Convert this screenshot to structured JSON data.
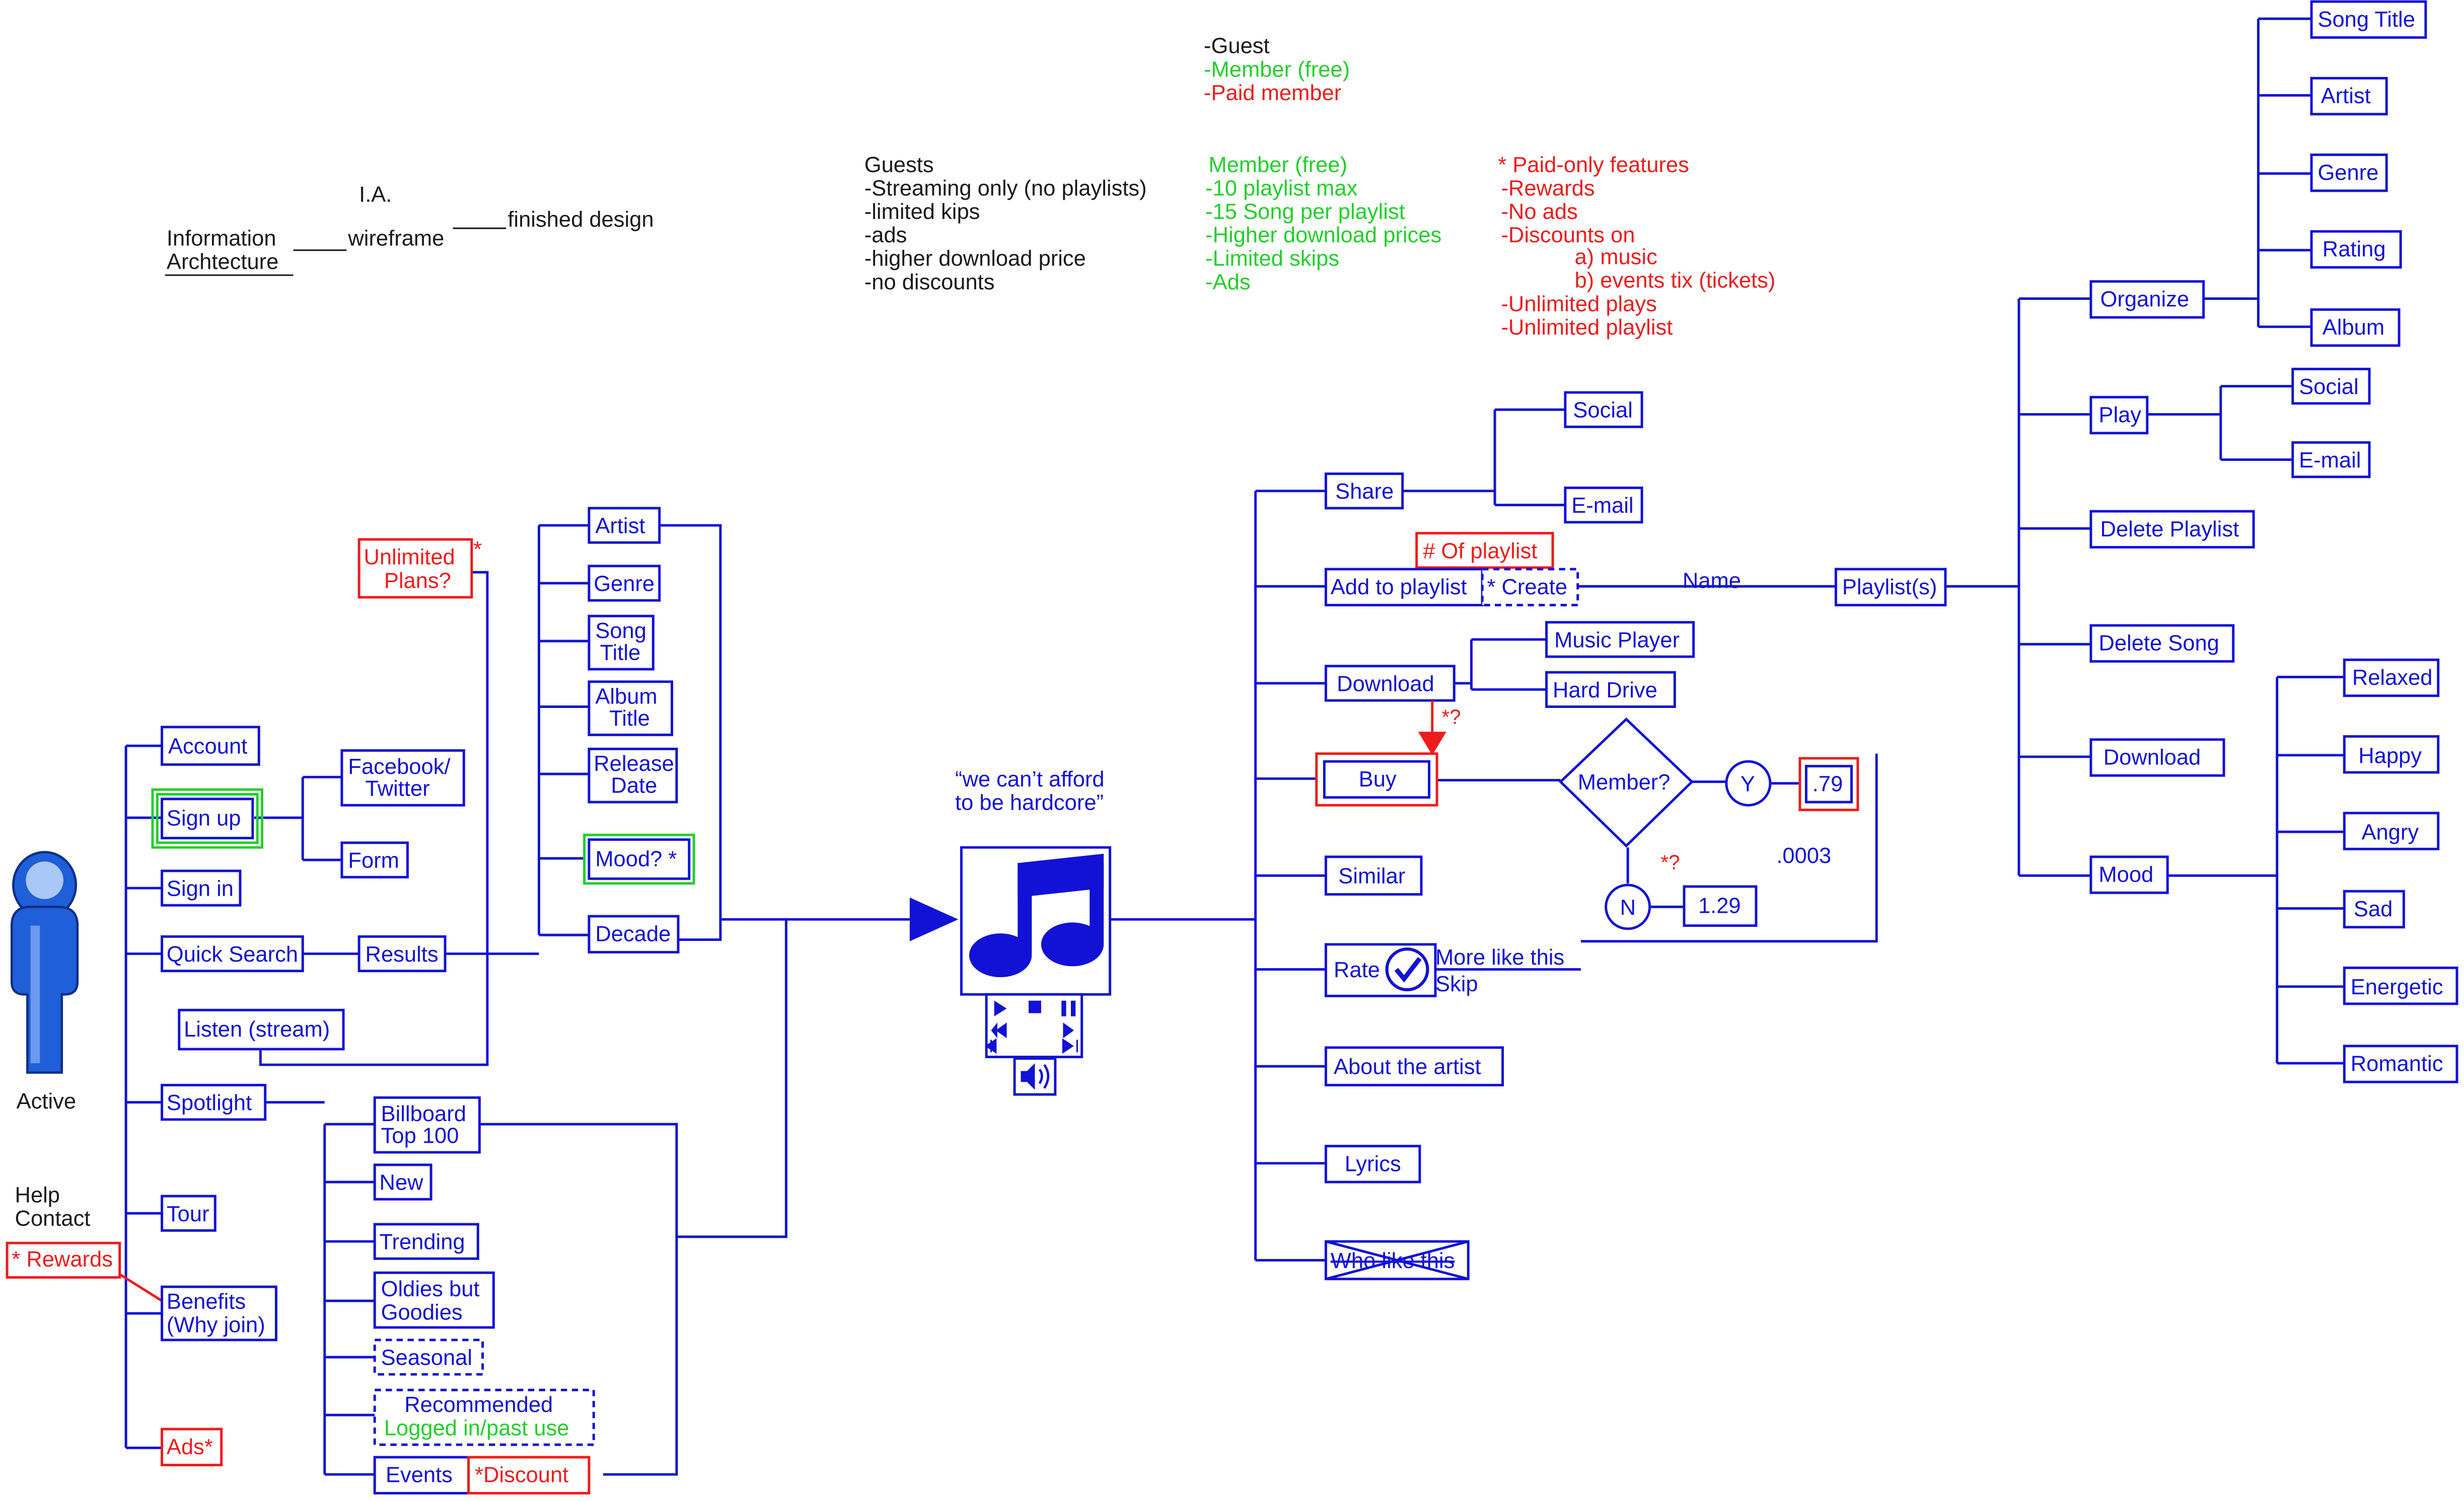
{
  "colors": {
    "blue": "#1212d6",
    "red": "#ee1c1c",
    "green": "#22d02a",
    "black": "#1a1a1a",
    "figure": "#1f5fd8"
  },
  "header": {
    "ia": "I.A.",
    "information": "Information",
    "archtecture": "Archtecture",
    "wireframe": "wireframe",
    "finished_design": "finished design"
  },
  "tiers": {
    "top": [
      "-Guest",
      "-Member (free)",
      "-Paid member"
    ],
    "guests": [
      "Guests",
      "-Streaming only (no playlists)",
      "-limited kips",
      "-ads",
      "-higher download price",
      "-no discounts"
    ],
    "member": [
      "Member (free)",
      "-10 playlist max",
      "-15 Song per playlist",
      "-Higher download prices",
      "-Limited skips",
      "-Ads"
    ],
    "paid": [
      "* Paid-only features",
      "-Rewards",
      "-No ads",
      "-Discounts on",
      "a) music",
      "b) events tix (tickets)",
      "-Unlimited plays",
      "-Unlimited playlist"
    ]
  },
  "user": {
    "label": "Active",
    "help": "Help",
    "contact": "Contact",
    "rewards": "* Rewards"
  },
  "left_menu": {
    "account": "Account",
    "sign_up": "Sign up",
    "facebook": [
      "Facebook/",
      "Twitter"
    ],
    "form": "Form",
    "sign_in": "Sign in",
    "quick_search": "Quick Search",
    "results": "Results",
    "listen": "Listen (stream)",
    "spotlight": "Spotlight",
    "tour": "Tour",
    "benefits": [
      "Benefits",
      "(Why join)"
    ],
    "ads": "Ads*",
    "unlimited": [
      "Unlimited",
      "Plans?"
    ],
    "unlimited_star": "*"
  },
  "search_results": {
    "artist": "Artist",
    "genre": "Genre",
    "song_title": [
      "Song",
      "Title"
    ],
    "album_title": [
      "Album",
      "Title"
    ],
    "release_date": [
      "Release",
      "Date"
    ],
    "mood": "Mood? *",
    "decade": "Decade"
  },
  "spotlight": {
    "billboard": [
      "Billboard",
      "Top 100"
    ],
    "new": "New",
    "trending": "Trending",
    "oldies": [
      "Oldies but",
      "Goodies"
    ],
    "seasonal": "Seasonal",
    "recommended": "Recommended",
    "logged": "Logged in/past use",
    "events": "Events",
    "discount": "*Discount"
  },
  "player": {
    "quote": [
      "“we can’t afford",
      "to be hardcore”"
    ]
  },
  "song_actions": {
    "share": "Share",
    "social": "Social",
    "email": "E-mail",
    "num_playlist": "# Of playlist",
    "add_to_playlist": "Add to playlist",
    "create": "* Create",
    "name": "Name",
    "playlists": "Playlist(s)",
    "download": "Download",
    "music_player": "Music Player",
    "hard_drive": "Hard Drive",
    "star_q": "*?",
    "buy": "Buy",
    "member_q": "Member?",
    "yes": "Y",
    "price_member": ".79",
    "price_fraction": ".0003",
    "no": "N",
    "price_guest": "1.29",
    "similar": "Similar",
    "rate": "Rate",
    "more_like": "More like this",
    "skip": "Skip",
    "about": "About the artist",
    "lyrics": "Lyrics",
    "who_like": "Who like this"
  },
  "playlist_menu": {
    "organize": "Organize",
    "play": "Play",
    "delete_playlist": "Delete Playlist",
    "delete_song": "Delete Song",
    "download": "Download",
    "mood": "Mood"
  },
  "organize_items": [
    "Song Title",
    "Artist",
    "Genre",
    "Rating",
    "Album"
  ],
  "play_items": [
    "Social",
    "E-mail"
  ],
  "mood_items": [
    "Relaxed",
    "Happy",
    "Angry",
    "Sad",
    "Energetic",
    "Romantic"
  ]
}
